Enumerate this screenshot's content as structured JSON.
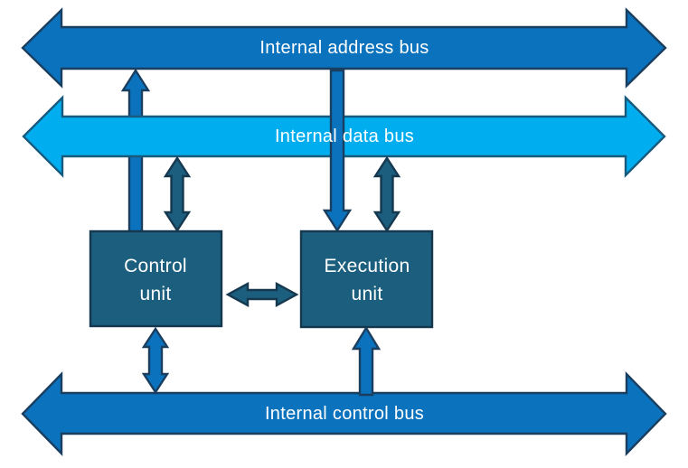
{
  "buses": {
    "address": {
      "label": "Internal address bus"
    },
    "data": {
      "label": "Internal data bus"
    },
    "control": {
      "label": "Internal control bus"
    }
  },
  "units": {
    "control": {
      "label": "Control unit",
      "lines": [
        "Control",
        "unit"
      ]
    },
    "execution": {
      "label": "Execution unit",
      "lines": [
        "Execution",
        "unit"
      ]
    }
  },
  "connections": [
    {
      "from": "control-unit",
      "to": "internal-address-bus",
      "direction": "up",
      "style": "single-arrow"
    },
    {
      "from": "internal-address-bus",
      "to": "execution-unit",
      "direction": "down",
      "style": "single-arrow"
    },
    {
      "from": "control-unit",
      "to": "internal-data-bus",
      "direction": "both",
      "style": "double-arrow"
    },
    {
      "from": "execution-unit",
      "to": "internal-data-bus",
      "direction": "both",
      "style": "double-arrow"
    },
    {
      "from": "control-unit",
      "to": "execution-unit",
      "direction": "both",
      "style": "double-arrow"
    },
    {
      "from": "control-unit",
      "to": "internal-control-bus",
      "direction": "both",
      "style": "double-arrow"
    },
    {
      "from": "internal-control-bus",
      "to": "execution-unit",
      "direction": "up",
      "style": "single-arrow"
    }
  ],
  "colors": {
    "bus_blue": "#0B72BD",
    "data_blue": "#00AEEF",
    "unit_teal": "#1B5E7E",
    "label_text": "#FFFFFF"
  }
}
